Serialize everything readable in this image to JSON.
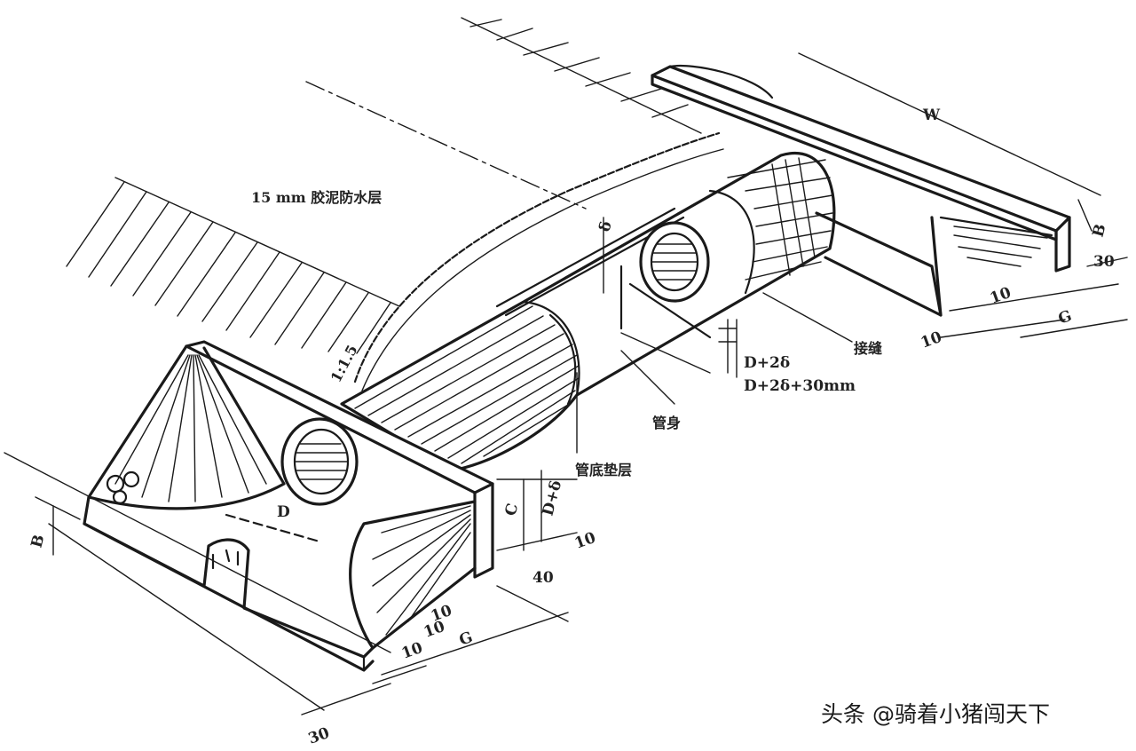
{
  "labels": {
    "waterproof": "15 mm 胶泥防水层",
    "slope": "1:1.5",
    "pipe_body": "管身",
    "bedding": "管底垫层",
    "joint": "接缝",
    "dim_d2d": "D+2δ",
    "dim_d2d30": "D+2δ+30mm",
    "dim_delta": "δ",
    "dim_d": "D",
    "dim_c": "C",
    "dim_d_delta": "D+δ",
    "dim_b": "B",
    "dim_g": "G",
    "dim_w": "W",
    "dim_10_a": "10",
    "dim_10_b": "10",
    "dim_10_c": "10",
    "dim_10_d": "10",
    "dim_10_e": "10",
    "dim_10_f": "10",
    "dim_30_a": "30",
    "dim_30_b": "30",
    "dim_40": "40",
    "dim_b_left": "B"
  },
  "watermark": "头条 @骑着小猪闯天下"
}
